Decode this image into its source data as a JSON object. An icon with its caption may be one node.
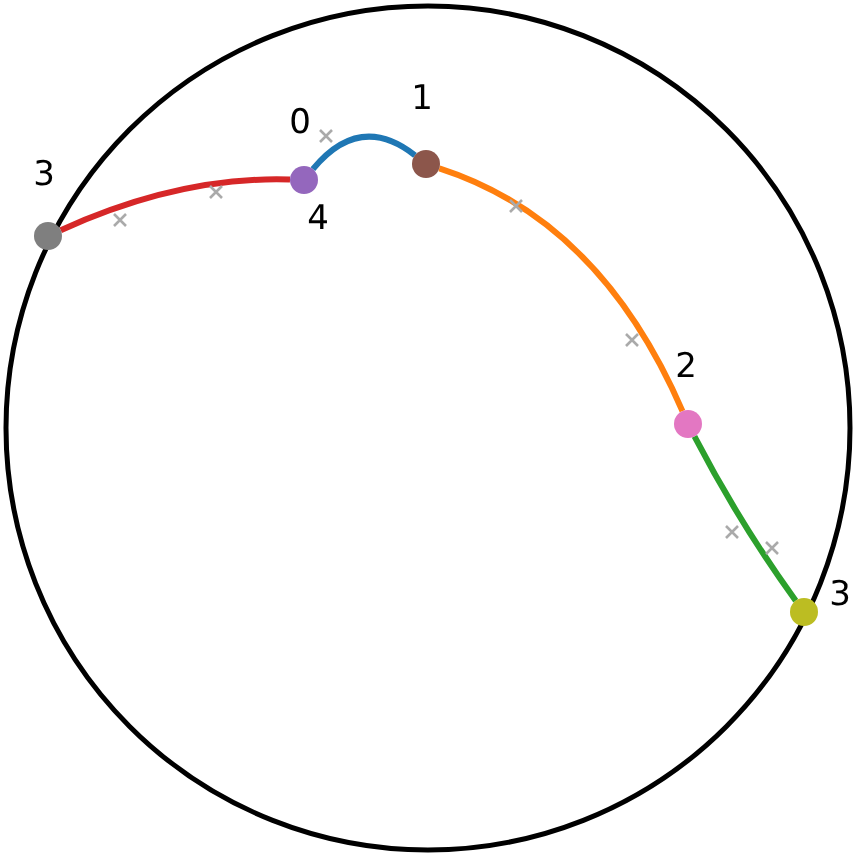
{
  "diagram": {
    "nodes": [
      {
        "text": [],
        "shape": "circle",
        "beside": [
          "3"
        ]
      },
      {
        "text": [],
        "shape": "circle",
        "beside": [
          "0",
          "4"
        ]
      },
      {
        "text": [],
        "shape": "circle",
        "beside": [
          "1"
        ]
      },
      {
        "text": [],
        "shape": "circle",
        "beside": [
          "2"
        ]
      },
      {
        "text": [],
        "shape": "circle",
        "beside": [
          "3"
        ]
      }
    ],
    "edges": [
      {
        "from": 0,
        "to": 1,
        "arrow": "none",
        "color": "#d62728"
      },
      {
        "from": 1,
        "to": 2,
        "arrow": "none",
        "color": "#1f77b4"
      },
      {
        "from": 2,
        "to": 3,
        "arrow": "none",
        "color": "#ff7f0e"
      },
      {
        "from": 3,
        "to": 4,
        "arrow": "none",
        "color": "#2ca02c"
      }
    ]
  }
}
